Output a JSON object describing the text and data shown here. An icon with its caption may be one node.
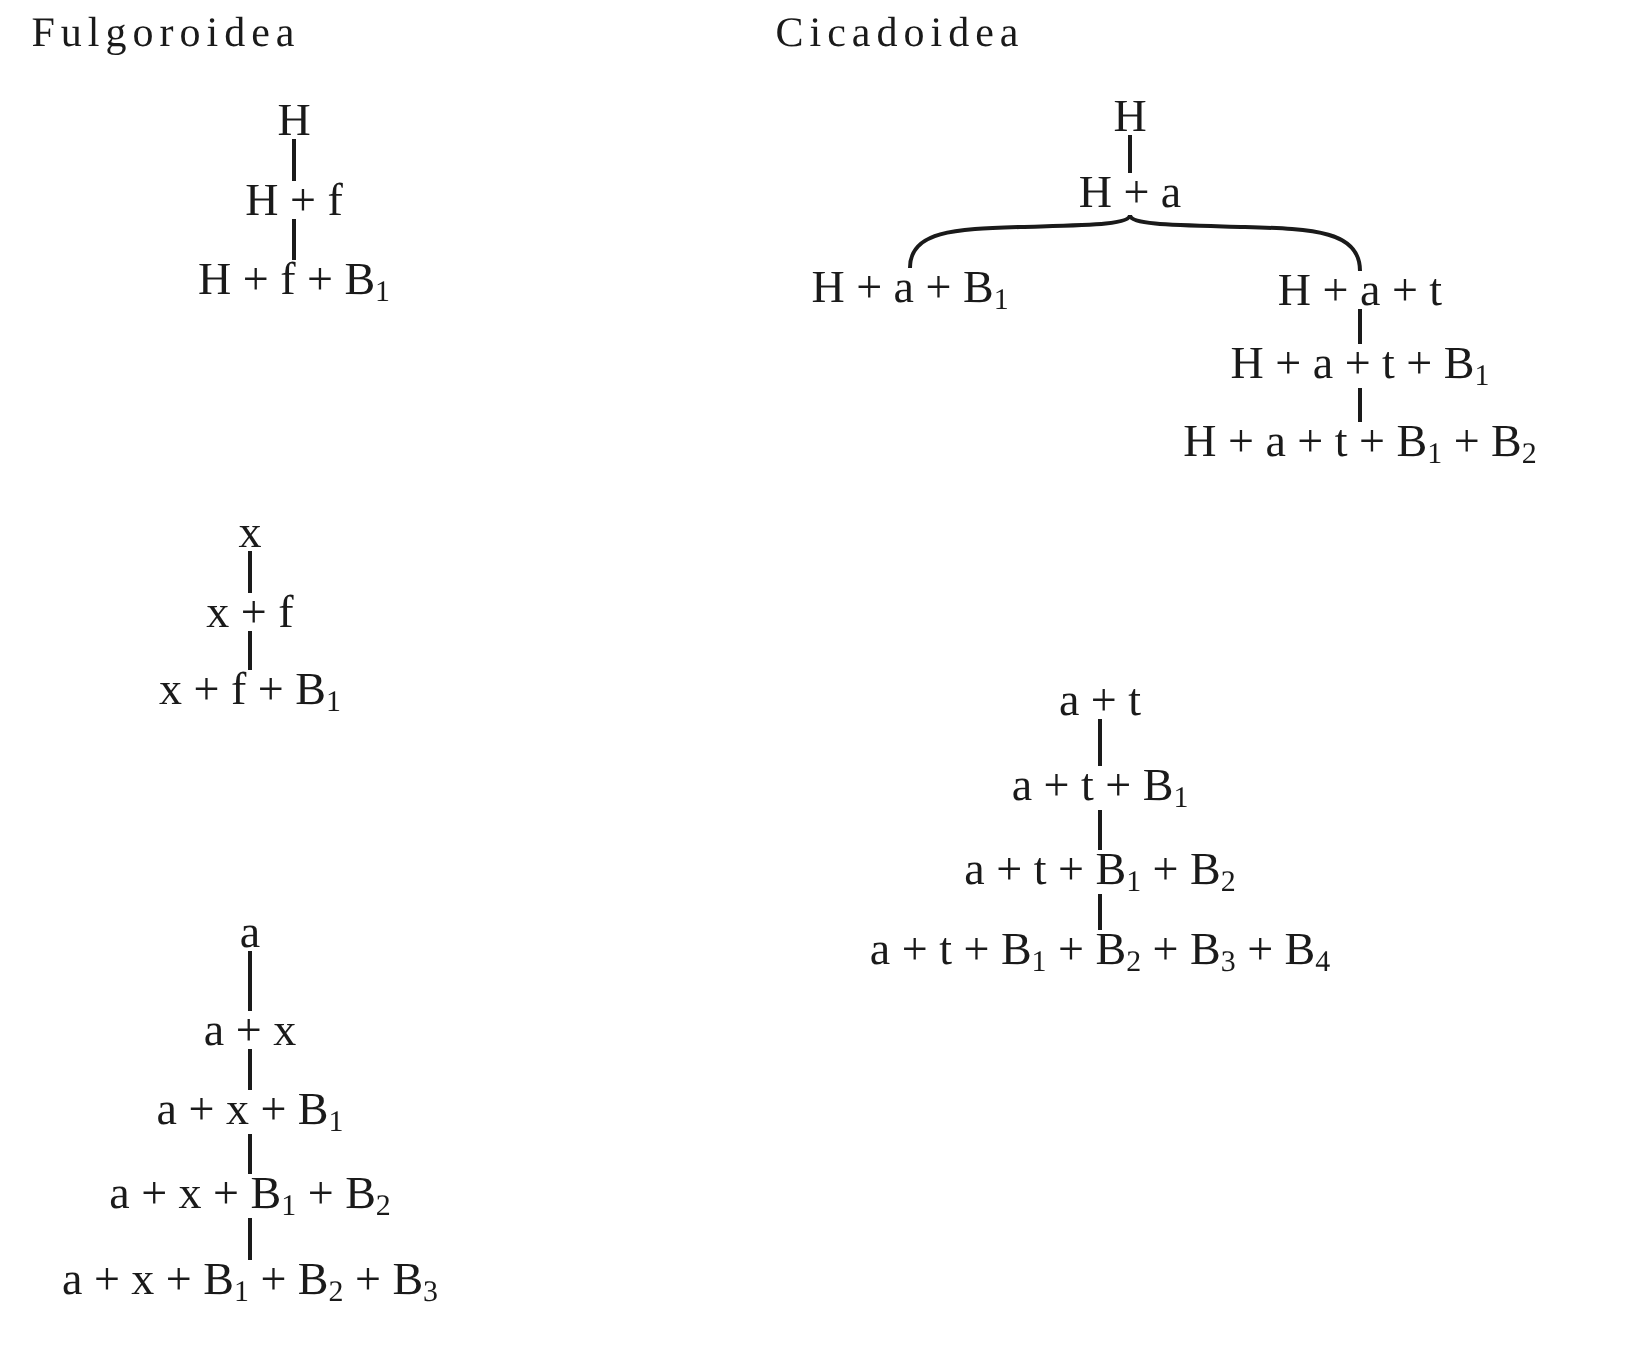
{
  "diagram": {
    "nodes": [
      {
        "text": [
          "H"
        ]
      },
      {
        "text": [
          "H + f"
        ]
      },
      {
        "text": [
          "H + f + B$_{1}$"
        ]
      },
      {
        "text": [
          "x"
        ]
      },
      {
        "text": [
          "x + f"
        ]
      },
      {
        "text": [
          "x + f + B$_{1}$"
        ]
      },
      {
        "text": [
          "a"
        ]
      },
      {
        "text": [
          "a + x"
        ]
      },
      {
        "text": [
          "a + x + B$_{1}$"
        ]
      },
      {
        "text": [
          "a + x + B$_{1}$ + B$_{2}$"
        ]
      },
      {
        "text": [
          "a + x + B$_{1}$ + B$_{2}$ + B$_{3}$"
        ]
      },
      {
        "text": [
          "H"
        ]
      },
      {
        "text": [
          "H + a"
        ]
      },
      {
        "text": [
          "H + a + B$_{1}$"
        ]
      },
      {
        "text": [
          "H + a + t"
        ]
      },
      {
        "text": [
          "H + a + t + B$_{1}$"
        ]
      },
      {
        "text": [
          "H + a + t + B$_{1}$ + B$_{2}$"
        ]
      },
      {
        "text": [
          "a + t"
        ]
      },
      {
        "text": [
          "a + t + B$_{1}$"
        ]
      },
      {
        "text": [
          "a + t + B$_{1}$ + B$_{2}$"
        ]
      },
      {
        "text": [
          "a + t + B$_{1}$ + B$_{2}$ + B$_{3}$ + B$_{4}$"
        ]
      }
    ],
    "edges": [
      {
        "from": 0,
        "to": 1,
        "arrow": "none"
      },
      {
        "from": 1,
        "to": 2,
        "arrow": "none"
      },
      {
        "from": 3,
        "to": 4,
        "arrow": "none"
      },
      {
        "from": 4,
        "to": 5,
        "arrow": "none"
      },
      {
        "from": 6,
        "to": 7,
        "arrow": "none"
      },
      {
        "from": 7,
        "to": 8,
        "arrow": "none"
      },
      {
        "from": 8,
        "to": 9,
        "arrow": "none"
      },
      {
        "from": 9,
        "to": 10,
        "arrow": "none"
      },
      {
        "from": 11,
        "to": 12,
        "arrow": "none"
      },
      {
        "from": 12,
        "to": 13,
        "arrow": "none"
      },
      {
        "from": 12,
        "to": 14,
        "arrow": "none"
      },
      {
        "from": 14,
        "to": 15,
        "arrow": "none"
      },
      {
        "from": 15,
        "to": 16,
        "arrow": "none"
      },
      {
        "from": 17,
        "to": 18,
        "arrow": "none"
      },
      {
        "from": 18,
        "to": 19,
        "arrow": "none"
      },
      {
        "from": 19,
        "to": 20,
        "arrow": "none"
      }
    ],
    "labels": [
      "Fulgoroidea",
      "Cicadoidea"
    ]
  }
}
